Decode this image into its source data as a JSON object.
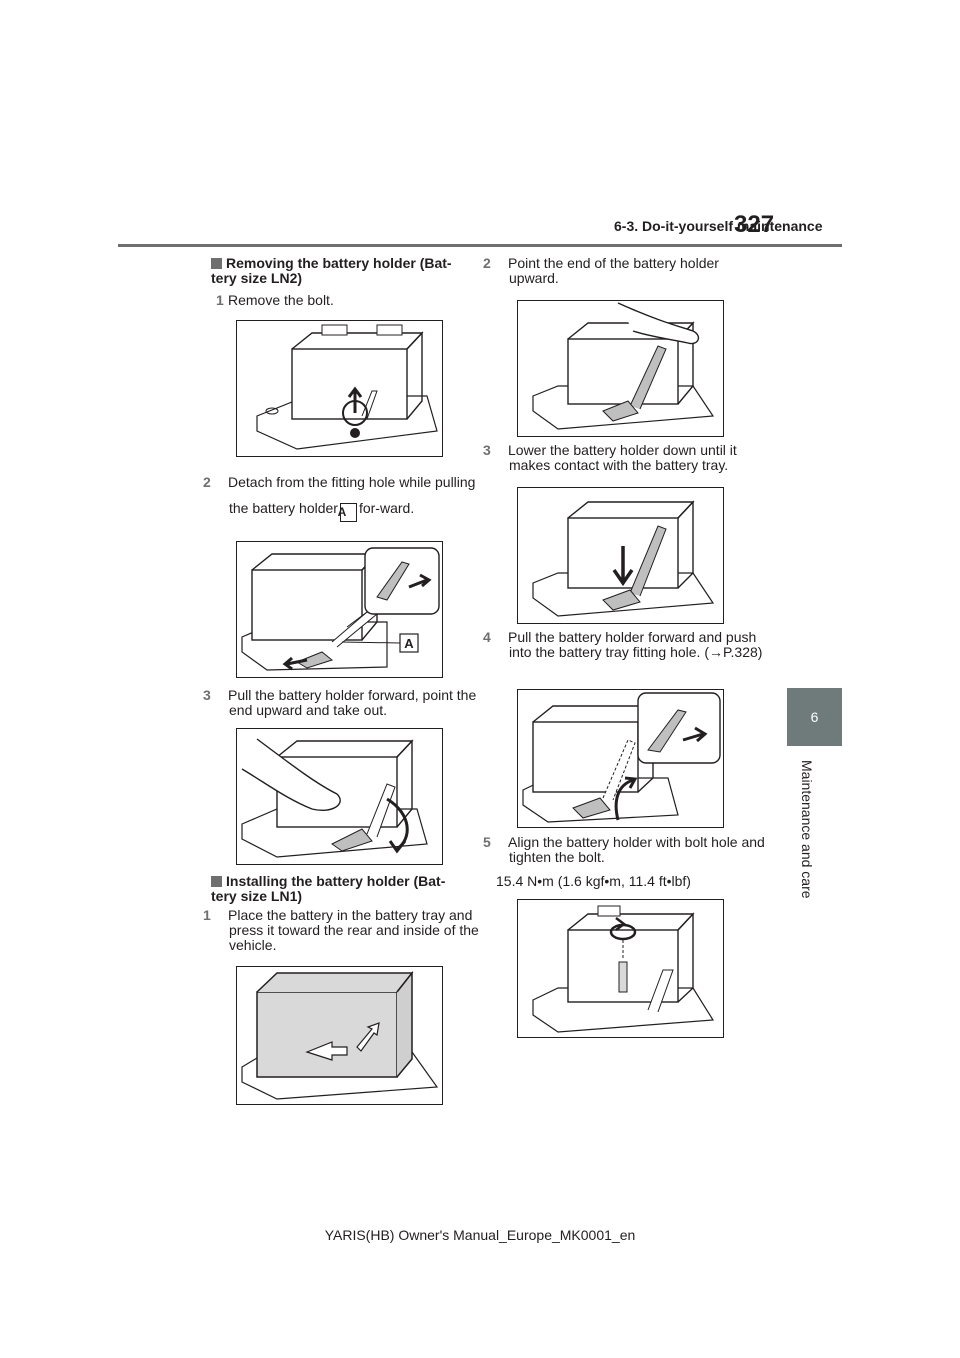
{
  "header": {
    "section": "6-3. Do-it-yourself maintenance",
    "page_number": "327"
  },
  "side_tab": {
    "chapter": "6",
    "label": "Maintenance and care"
  },
  "left_column": {
    "heading1": "Removing the battery holder (Bat-tery size LN2)",
    "s1_n": "1",
    "s1": "Remove the bolt.",
    "s2_n": "2",
    "s2_a": "Detach from the fitting hole while pulling the battery holder",
    "s2_b": "for-ward.",
    "label_a": "A",
    "s3_n": "3",
    "s3": "Pull the battery holder forward, point the end upward and take out.",
    "heading2": "Installing the battery holder (Bat-tery size LN1)",
    "s4_n": "1",
    "s4": "Place the battery in the battery tray and press it toward the rear and inside of the vehicle."
  },
  "right_column": {
    "s1_n": "2",
    "s1": "Point the end of the battery holder upward.",
    "s2_n": "3",
    "s2": "Lower the battery holder down until it makes contact with the battery tray.",
    "s3_n": "4",
    "s3": "Pull the battery holder forward and push into the battery tray fitting hole. (→P.328)",
    "s4_n": "5",
    "s4": "Align the battery holder with bolt hole and tighten the bolt.",
    "torque": "15.4 N•m (1.6 kgf•m, 11.4 ft•lbf)"
  },
  "footer": {
    "text": "YARIS(HB) Owner's Manual_Europe_MK0001_en"
  }
}
